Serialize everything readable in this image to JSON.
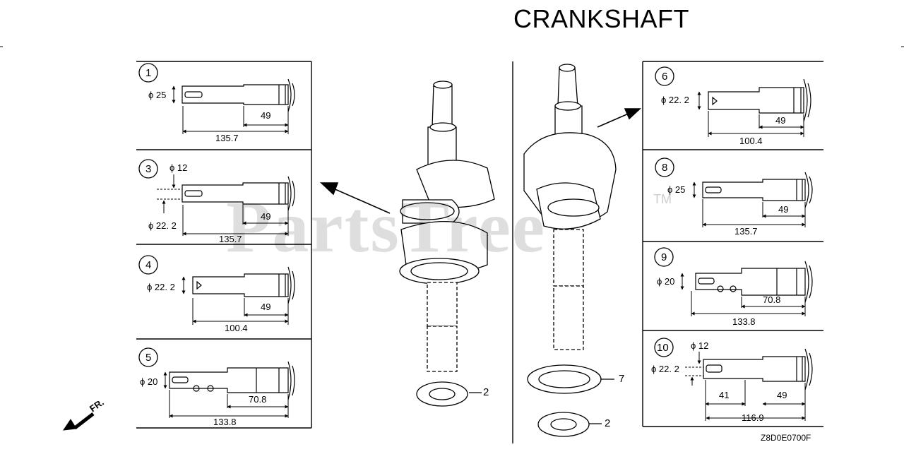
{
  "title": "CRANKSHAFT",
  "diagram_code": "Z8D0E0700F",
  "watermark": "PartsTree",
  "watermark_tm": "TM",
  "front_label": "FR.",
  "callouts": {
    "washer_left": "2",
    "washer_right": "2",
    "gear": "7"
  },
  "panels": [
    {
      "id": "1",
      "diameter": "ϕ 25",
      "dim_short": "49",
      "dim_total": "135.7"
    },
    {
      "id": "3",
      "diameter_small": "ϕ 12",
      "diameter": "ϕ 22. 2",
      "dim_short": "49",
      "dim_total": "135.7"
    },
    {
      "id": "4",
      "diameter": "ϕ 22. 2",
      "dim_short": "49",
      "dim_total": "100.4"
    },
    {
      "id": "5",
      "diameter": "ϕ 20",
      "dim_short": "70.8",
      "dim_total": "133.8"
    },
    {
      "id": "6",
      "diameter": "ϕ 22. 2",
      "dim_short": "49",
      "dim_total": "100.4"
    },
    {
      "id": "8",
      "diameter": "ϕ 25",
      "dim_short": "49",
      "dim_total": "135.7"
    },
    {
      "id": "9",
      "diameter": "ϕ 20",
      "dim_short": "70.8",
      "dim_total": "133.8"
    },
    {
      "id": "10",
      "diameter_small": "ϕ 12",
      "diameter": "ϕ 22. 2",
      "dim_mid": "41",
      "dim_short": "49",
      "dim_total": "116.9"
    }
  ]
}
